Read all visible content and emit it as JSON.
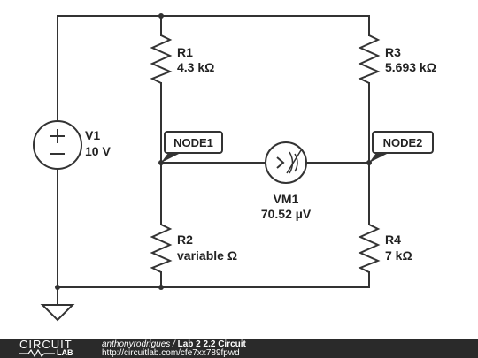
{
  "components": {
    "v1": {
      "name": "V1",
      "value": "10 V"
    },
    "r1": {
      "name": "R1",
      "value": "4.3 kΩ"
    },
    "r2": {
      "name": "R2",
      "value": "variable Ω"
    },
    "r3": {
      "name": "R3",
      "value": "5.693 kΩ"
    },
    "r4": {
      "name": "R4",
      "value": "7 kΩ"
    },
    "vm1": {
      "name": "VM1",
      "value": "70.52 µV"
    }
  },
  "nodes": {
    "node1": "NODE1",
    "node2": "NODE2"
  },
  "footer": {
    "logo_top": "CIRCUIT",
    "logo_bottom": "LAB",
    "author": "anthonyrodrigues",
    "separator": " / ",
    "title": "Lab 2 2.2 Circuit",
    "url": "http://circuitlab.com/cfe7xx789fpwd"
  },
  "colors": {
    "wire": "#333333",
    "footer_bg": "#2a2a2a"
  }
}
